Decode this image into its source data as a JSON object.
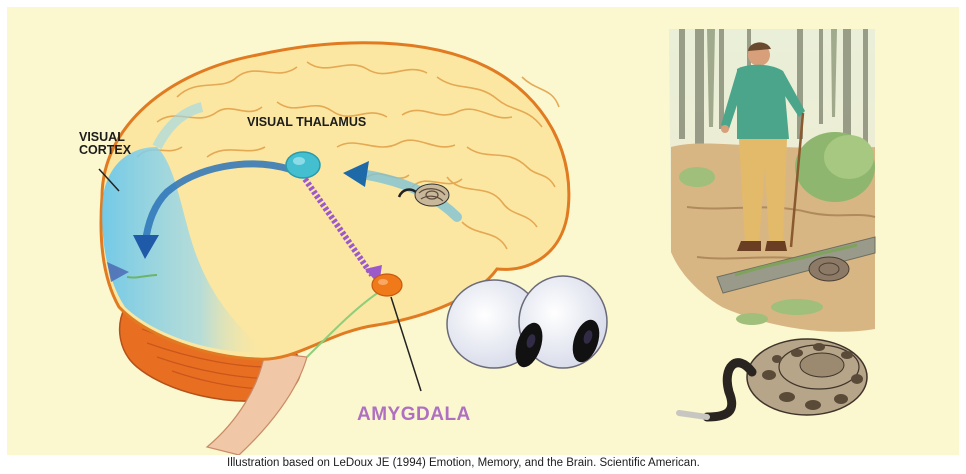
{
  "labels": {
    "visual_cortex_line1": "VISUAL",
    "visual_cortex_line2": "CORTEX",
    "visual_thalamus": "VISUAL THALAMUS",
    "amygdala": "AMYGDALA"
  },
  "caption": "Illustration based on LeDoux JE (1994) Emotion, Memory, and the Brain. Scientific American.",
  "colors": {
    "background": "#fbf7cf",
    "brain_fill": "#fbe7a2",
    "brain_outline": "#e07b22",
    "cerebellum": "#e86f22",
    "visual_cortex": "#6cc8ea",
    "thalamus": "#43bfd0",
    "pathway_arrow": "#1e5aa8",
    "thalamus_amygdala_path": "#9b59c9",
    "amygdala": "#f07a1a",
    "amygdala_label": "#b070c2"
  }
}
